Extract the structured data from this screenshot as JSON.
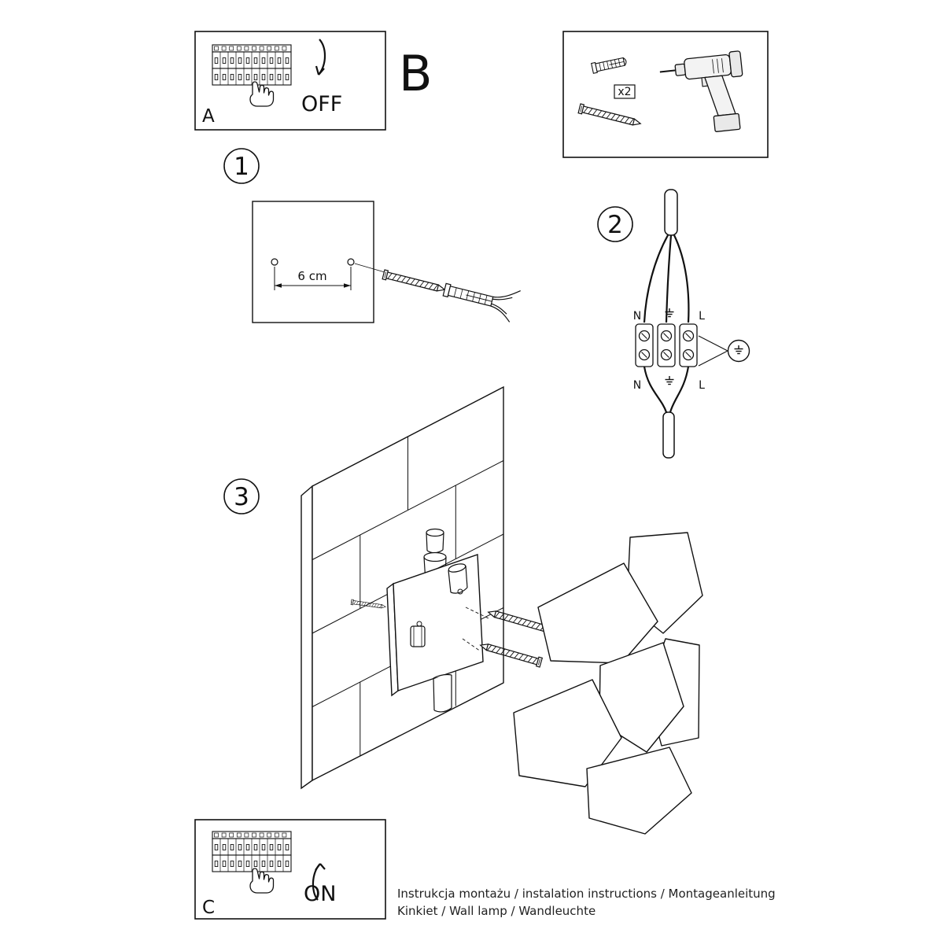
{
  "panels": {
    "a": {
      "label": "A",
      "state": "OFF"
    },
    "b": {
      "label": "B",
      "quantity": "x2"
    },
    "c": {
      "label": "C",
      "state": "ON"
    }
  },
  "steps": {
    "one": {
      "number": "1",
      "dimension": "6 cm"
    },
    "two": {
      "number": "2",
      "labels": {
        "n_top": "N",
        "l_top": "L",
        "n_bottom": "N",
        "l_bottom": "L"
      }
    },
    "three": {
      "number": "3"
    }
  },
  "footer": {
    "line1": "Instrukcja montażu / instalation instructions / Montageanleitung",
    "line2": "Kinkiet / Wall lamp / Wandleuchte"
  },
  "icons": {
    "breaker_panel": "breaker-panel-icon",
    "hand": "pointing-hand-icon",
    "drill": "drill-icon",
    "wall_plug": "wall-plug-icon",
    "screw": "screw-icon",
    "terminal_block": "terminal-block-icon",
    "earth": "earth-symbol-icon"
  },
  "colors": {
    "line": "#111111",
    "background": "#ffffff"
  }
}
